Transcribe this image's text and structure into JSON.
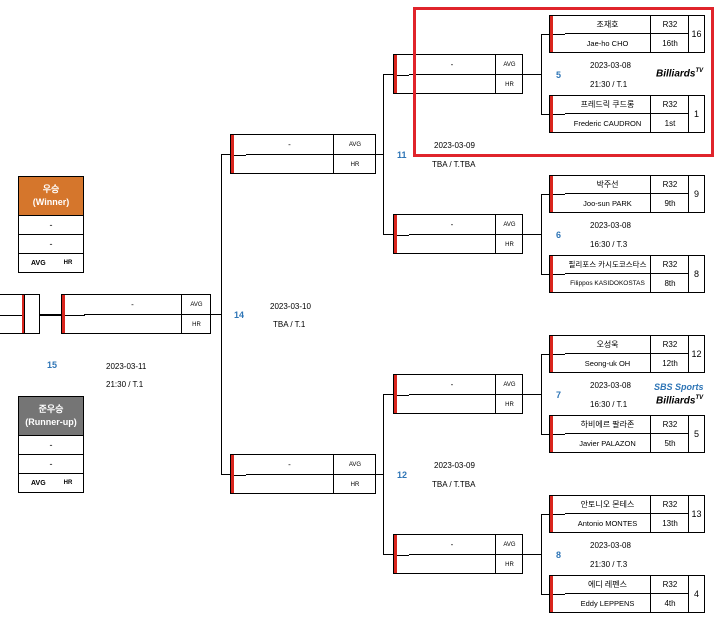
{
  "winner_panel": {
    "title_ko": "우승",
    "title_en": "(Winner)",
    "row1": "-",
    "row2": "-",
    "avg": "AVG",
    "hr": "HR",
    "color": "#d5762c"
  },
  "runnerup_panel": {
    "title_ko": "준우승",
    "title_en": "(Runner-up)",
    "row1": "-",
    "row2": "-",
    "avg": "AVG",
    "hr": "HR",
    "color": "#757575"
  },
  "final": {
    "number": "15",
    "date": "2023-03-11",
    "time_table": "21:30 /  T.1",
    "name": "-",
    "avg": "AVG",
    "hr": "HR"
  },
  "semis": [
    {
      "number": "14",
      "date": "2023-03-10",
      "time_table": "TBA /  T.1",
      "name": "-",
      "avg": "AVG",
      "hr": "HR"
    }
  ],
  "semi_top": {
    "name": "-",
    "avg": "AVG",
    "hr": "HR"
  },
  "semi_bottom": {
    "name": "-",
    "avg": "AVG",
    "hr": "HR"
  },
  "quarters": [
    {
      "number": "11",
      "date": "2023-03-09",
      "time_table": "TBA /  T.TBA",
      "top": {
        "name": "-",
        "avg": "AVG",
        "hr": "HR"
      },
      "bottom": {
        "name": "-",
        "avg": "AVG",
        "hr": "HR"
      }
    },
    {
      "number": "12",
      "date": "2023-03-09",
      "time_table": "TBA /  T.TBA",
      "top": {
        "name": "-",
        "avg": "AVG",
        "hr": "HR"
      },
      "bottom": {
        "name": "-",
        "avg": "AVG",
        "hr": "HR"
      }
    }
  ],
  "matches": [
    {
      "number": "5",
      "date": "2023-03-08",
      "time_table": "21:30 /  T.1",
      "logo": "Billiards",
      "p1": {
        "ko": "조재호",
        "en": "Jae-ho CHO",
        "round": "R32",
        "rank": "16th",
        "seed": "16"
      },
      "p2": {
        "ko": "프레드릭 쿠드롱",
        "en": "Frederic CAUDRON",
        "round": "R32",
        "rank": "1st",
        "seed": "1"
      }
    },
    {
      "number": "6",
      "date": "2023-03-08",
      "time_table": "16:30 /  T.3",
      "p1": {
        "ko": "박주선",
        "en": "Joo-sun PARK",
        "round": "R32",
        "rank": "9th",
        "seed": "9"
      },
      "p2": {
        "ko": "필리포스 카시도코스타스",
        "en": "Filippos KASIDOKOSTAS",
        "round": "R32",
        "rank": "8th",
        "seed": "8"
      }
    },
    {
      "number": "7",
      "date": "2023-03-08",
      "time_table": "16:30 /  T.1",
      "logo": "Billiards",
      "logo2": "SBS Sports",
      "p1": {
        "ko": "오성욱",
        "en": "Seong-uk OH",
        "round": "R32",
        "rank": "12th",
        "seed": "12"
      },
      "p2": {
        "ko": "하비에르 팔라존",
        "en": "Javier PALAZON",
        "round": "R32",
        "rank": "5th",
        "seed": "5"
      }
    },
    {
      "number": "8",
      "date": "2023-03-08",
      "time_table": "21:30 /  T.3",
      "p1": {
        "ko": "안토니오 몬테스",
        "en": "Antonio MONTES",
        "round": "R32",
        "rank": "13th",
        "seed": "13"
      },
      "p2": {
        "ko": "에디 레펜스",
        "en": "Eddy LEPPENS",
        "round": "R32",
        "rank": "4th",
        "seed": "4"
      }
    }
  ],
  "logo_tv": "TV"
}
